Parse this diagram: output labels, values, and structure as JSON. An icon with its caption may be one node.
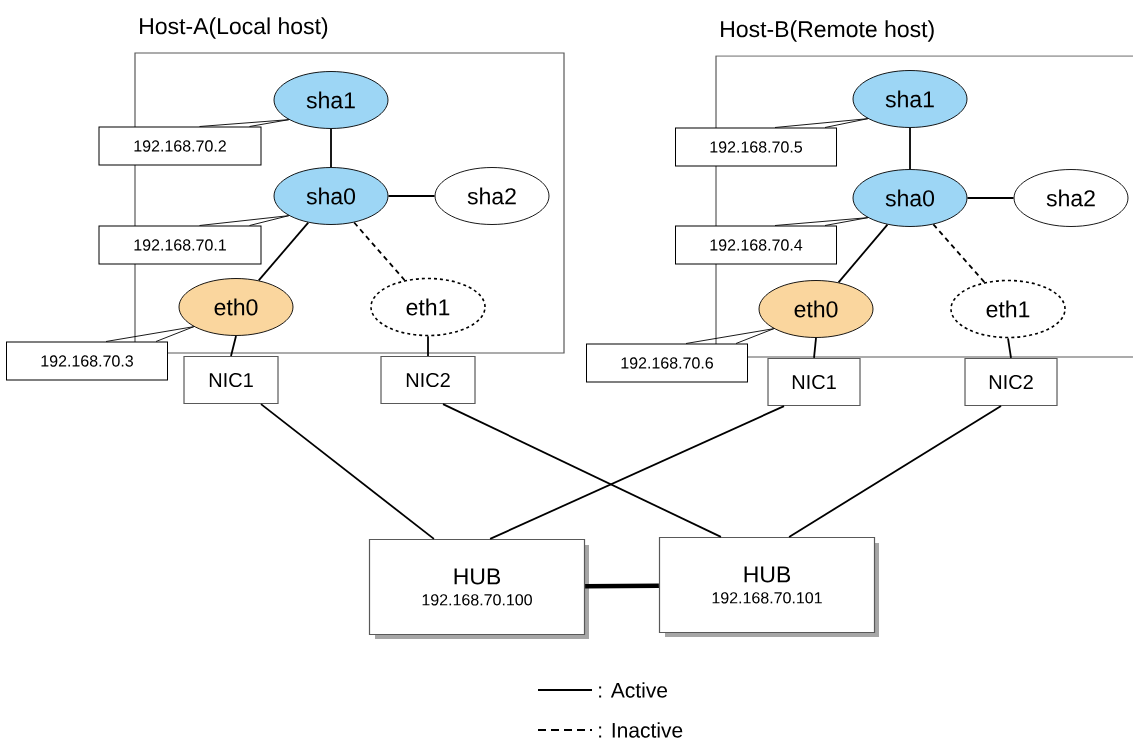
{
  "diagram": {
    "nodes": [
      {
        "text": [
          "Host-A(Local host)"
        ]
      },
      {
        "text": [
          "sha1"
        ],
        "in": 0
      },
      {
        "text": [
          "sha0"
        ],
        "in": 0
      },
      {
        "text": [
          "sha2"
        ],
        "in": 0
      },
      {
        "text": [
          "eth0"
        ],
        "in": 0
      },
      {
        "text": [
          "eth1"
        ],
        "in": 0
      },
      {
        "text": [
          "192.168.70.2"
        ]
      },
      {
        "text": [
          "192.168.70.1"
        ]
      },
      {
        "text": [
          "192.168.70.3"
        ]
      },
      {
        "text": [
          "NIC1"
        ]
      },
      {
        "text": [
          "NIC2"
        ]
      },
      {
        "text": [
          "Host-B(Remote host)"
        ]
      },
      {
        "text": [
          "sha1"
        ],
        "in": 11
      },
      {
        "text": [
          "sha0"
        ],
        "in": 11
      },
      {
        "text": [
          "sha2"
        ],
        "in": 11
      },
      {
        "text": [
          "eth0"
        ],
        "in": 11
      },
      {
        "text": [
          "eth1"
        ],
        "in": 11
      },
      {
        "text": [
          "192.168.70.5"
        ]
      },
      {
        "text": [
          "192.168.70.4"
        ]
      },
      {
        "text": [
          "192.168.70.6"
        ]
      },
      {
        "text": [
          "NIC1"
        ]
      },
      {
        "text": [
          "NIC2"
        ]
      },
      {
        "text": [
          "HUB",
          "192.168.70.100"
        ]
      },
      {
        "text": [
          "HUB",
          "192.168.70.101"
        ]
      }
    ],
    "edges": [
      {
        "from": 1,
        "to": 2,
        "arrow": "none"
      },
      {
        "from": 2,
        "to": 3,
        "arrow": "none"
      },
      {
        "from": 2,
        "to": 4,
        "arrow": "none"
      },
      {
        "from": 2,
        "to": 5,
        "arrow": "none",
        "style": "dashed"
      },
      {
        "from": 4,
        "to": 9,
        "arrow": "none"
      },
      {
        "from": 5,
        "to": 10,
        "arrow": "none"
      },
      {
        "from": 6,
        "to": 1,
        "arrow": "none"
      },
      {
        "from": 7,
        "to": 2,
        "arrow": "none"
      },
      {
        "from": 8,
        "to": 4,
        "arrow": "none"
      },
      {
        "from": 12,
        "to": 13,
        "arrow": "none"
      },
      {
        "from": 13,
        "to": 14,
        "arrow": "none"
      },
      {
        "from": 13,
        "to": 15,
        "arrow": "none"
      },
      {
        "from": 13,
        "to": 16,
        "arrow": "none",
        "style": "dashed"
      },
      {
        "from": 15,
        "to": 20,
        "arrow": "none"
      },
      {
        "from": 16,
        "to": 21,
        "arrow": "none"
      },
      {
        "from": 17,
        "to": 12,
        "arrow": "none"
      },
      {
        "from": 18,
        "to": 13,
        "arrow": "none"
      },
      {
        "from": 19,
        "to": 15,
        "arrow": "none"
      },
      {
        "from": 9,
        "to": 22,
        "arrow": "none"
      },
      {
        "from": 10,
        "to": 23,
        "arrow": "none"
      },
      {
        "from": 20,
        "to": 22,
        "arrow": "none"
      },
      {
        "from": 21,
        "to": 23,
        "arrow": "none"
      },
      {
        "from": 22,
        "to": 23,
        "arrow": "none",
        "style": "thick"
      }
    ],
    "legend": [
      {
        "text": ": Active"
      },
      {
        "text": ": Inactive"
      }
    ]
  }
}
